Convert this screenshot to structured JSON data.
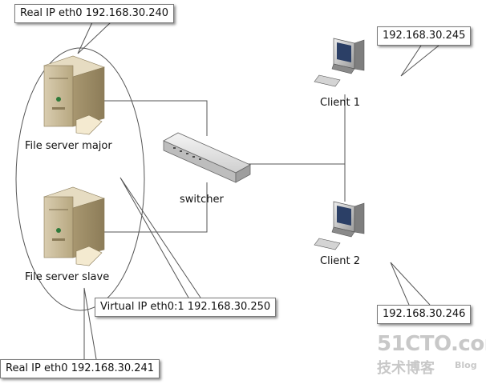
{
  "callouts": {
    "real_ip_major": "Real IP eth0 192.168.30.240",
    "client1_ip": "192.168.30.245",
    "virtual_ip": "Virtual IP eth0:1 192.168.30.250",
    "client2_ip": "192.168.30.246",
    "real_ip_slave": "Real IP eth0 192.168.30.241"
  },
  "labels": {
    "file_server_major": "File server major",
    "file_server_slave": "File server slave",
    "switcher": "switcher",
    "client1": "Client 1",
    "client2": "Client 2"
  },
  "watermark": {
    "site": "51CTO.com",
    "tagline": "技术博客",
    "blog": "Blog"
  },
  "icons": [
    "server-icon",
    "switch-icon",
    "computer-icon"
  ],
  "colors": {
    "line": "#555555",
    "callout_border": "#7a7a7a",
    "watermark": "#c8c8c8"
  }
}
